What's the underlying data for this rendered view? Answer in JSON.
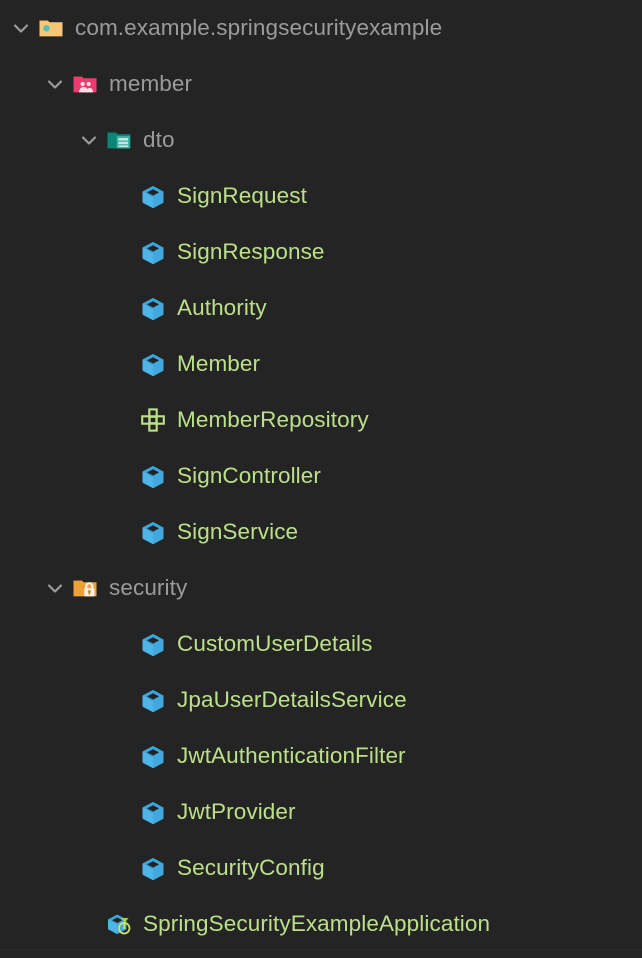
{
  "theme": {
    "background": "#242424",
    "directory_text": "#9b9b9b",
    "class_text": "#bce089",
    "chevron": "#9b9b9b",
    "class_icon_blue": "#4db5e8",
    "interface_icon_green": "#bce089",
    "folder_root_orange": "#f7c677",
    "folder_member_pink": "#ed3b72",
    "folder_dto_teal": "#0b8577",
    "folder_security_orange": "#f0a136",
    "spring_badge_green": "#cde26a"
  },
  "tree": {
    "name": "project-tree",
    "nodes": [
      {
        "id": "root-package",
        "label": "com.example.springsecurityexample",
        "kind": "directory",
        "icon": "folder-package-icon",
        "indent": 0,
        "expandable": true,
        "expanded": true
      },
      {
        "id": "member-package",
        "label": "member",
        "kind": "directory",
        "icon": "folder-member-icon",
        "indent": 1,
        "expandable": true,
        "expanded": true
      },
      {
        "id": "dto-package",
        "label": "dto",
        "kind": "directory",
        "icon": "folder-dto-icon",
        "indent": 2,
        "expandable": true,
        "expanded": true
      },
      {
        "id": "sign-request",
        "label": "SignRequest",
        "kind": "class",
        "icon": "java-class-icon",
        "indent": 3,
        "expandable": false,
        "expanded": false
      },
      {
        "id": "sign-response",
        "label": "SignResponse",
        "kind": "class",
        "icon": "java-class-icon",
        "indent": 3,
        "expandable": false,
        "expanded": false
      },
      {
        "id": "authority",
        "label": "Authority",
        "kind": "class",
        "icon": "java-class-icon",
        "indent": 2,
        "expandable": false,
        "expanded": false
      },
      {
        "id": "member-class",
        "label": "Member",
        "kind": "class",
        "icon": "java-class-icon",
        "indent": 2,
        "expandable": false,
        "expanded": false
      },
      {
        "id": "member-repository",
        "label": "MemberRepository",
        "kind": "interface",
        "icon": "java-interface-icon",
        "indent": 2,
        "expandable": false,
        "expanded": false
      },
      {
        "id": "sign-controller",
        "label": "SignController",
        "kind": "class",
        "icon": "java-class-icon",
        "indent": 2,
        "expandable": false,
        "expanded": false
      },
      {
        "id": "sign-service",
        "label": "SignService",
        "kind": "class",
        "icon": "java-class-icon",
        "indent": 2,
        "expandable": false,
        "expanded": false
      },
      {
        "id": "security-package",
        "label": "security",
        "kind": "directory",
        "icon": "folder-security-icon",
        "indent": 1,
        "expandable": true,
        "expanded": true
      },
      {
        "id": "custom-user-details",
        "label": "CustomUserDetails",
        "kind": "class",
        "icon": "java-class-icon",
        "indent": 2,
        "expandable": false,
        "expanded": false
      },
      {
        "id": "jpa-user-details-service",
        "label": "JpaUserDetailsService",
        "kind": "class",
        "icon": "java-class-icon",
        "indent": 2,
        "expandable": false,
        "expanded": false
      },
      {
        "id": "jwt-authentication-filter",
        "label": "JwtAuthenticationFilter",
        "kind": "class",
        "icon": "java-class-icon",
        "indent": 2,
        "expandable": false,
        "expanded": false
      },
      {
        "id": "jwt-provider",
        "label": "JwtProvider",
        "kind": "class",
        "icon": "java-class-icon",
        "indent": 2,
        "expandable": false,
        "expanded": false
      },
      {
        "id": "security-config",
        "label": "SecurityConfig",
        "kind": "class",
        "icon": "java-class-icon",
        "indent": 2,
        "expandable": false,
        "expanded": false
      },
      {
        "id": "spring-application",
        "label": "SpringSecurityExampleApplication",
        "kind": "spring-application",
        "icon": "spring-boot-application-icon",
        "indent": 1,
        "expandable": false,
        "expanded": false
      }
    ]
  }
}
